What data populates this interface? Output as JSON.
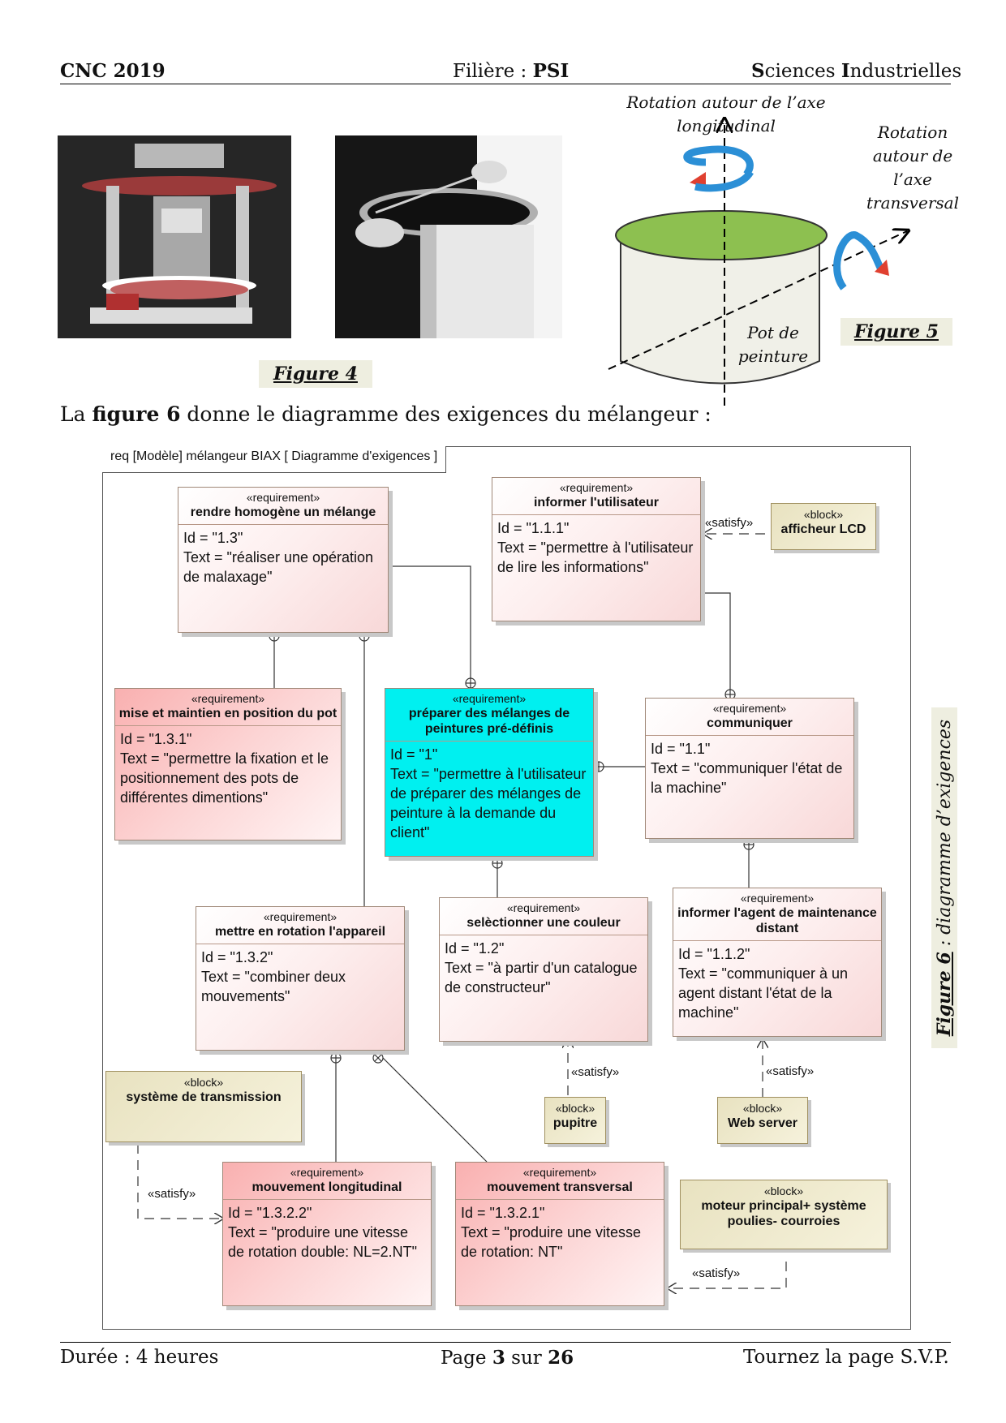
{
  "header": {
    "left": "CNC 2019",
    "center_prefix": "Filière : ",
    "center_bold": "PSI",
    "right_S": "S",
    "right_1": "ciences ",
    "right_I": "I",
    "right_2": "ndustrielles"
  },
  "figure4": {
    "label": "Figure 4"
  },
  "figure5": {
    "label": "Figure 5",
    "rot_long": "Rotation autour de l’axe longitudinal",
    "rot_trans": "Rotation autour de l’axe transversal",
    "pot": "Pot de peinture"
  },
  "intro": {
    "prefix": "La ",
    "bold": "figure 6",
    "suffix": " donne le diagramme des exigences du mélangeur :"
  },
  "diagram": {
    "frame_title": "req [Modèle] mélangeur BIAX [ Diagramme d'exigences ]",
    "stereo_req": "«requirement»",
    "stereo_block": "«block»",
    "satisfy": "«satisfy»",
    "requirements": {
      "r13": {
        "name": "rendre homogène un mélange",
        "id": "Id = \"1.3\"",
        "text": "Text = \"réaliser une opération de malaxage\""
      },
      "r111": {
        "name": "informer l'utilisateur",
        "id": "Id = \"1.1.1\"",
        "text": "Text = \"permettre à l'utilisateur de lire les informations\""
      },
      "r131": {
        "name": "mise et maintien en position du pot",
        "id": "Id = \"1.3.1\"",
        "text": "Text = \"permettre la fixation et le positionnement des pots de différentes dimentions\""
      },
      "r1": {
        "name": "préparer des mélanges de peintures pré-définis",
        "id": "Id = \"1\"",
        "text": "Text = \"permettre à l'utilisateur de préparer des mélanges de peinture à la demande du client\""
      },
      "r11": {
        "name": "communiquer",
        "id": "Id = \"1.1\"",
        "text": "Text = \"communiquer l'état de la machine\""
      },
      "r132": {
        "name": "mettre en rotation l'appareil",
        "id": "Id = \"1.3.2\"",
        "text": "Text = \"combiner deux mouvements\""
      },
      "r12": {
        "name": "selèctionner une couleur",
        "id": "Id = \"1.2\"",
        "text": "Text = \"à partir d'un catalogue de constructeur\""
      },
      "r112": {
        "name": "informer l'agent de maintenance distant",
        "id": "Id = \"1.1.2\"",
        "text": "Text = \"communiquer à un agent distant l'état de la machine\""
      },
      "r1322": {
        "name": "mouvement longitudinal",
        "id": "Id = \"1.3.2.2\"",
        "text": "Text = \"produire une vitesse de rotation double: NL=2.NT\""
      },
      "r1321": {
        "name": "mouvement transversal",
        "id": "Id = \"1.3.2.1\"",
        "text": "Text = \"produire une vitesse de rotation: NT\""
      }
    },
    "blocks": {
      "lcd": "afficheur LCD",
      "trans": "système de transmission",
      "pupitre": "pupitre",
      "web": "Web server",
      "moteur": "moteur principal+ système poulies- courroies"
    }
  },
  "figure6": {
    "label": "Figure 6",
    "suffix": " : diagramme d’exigences"
  },
  "footer": {
    "left": "Durée : 4 heures",
    "page_prefix": "Page ",
    "page": "3",
    "page_mid": " sur ",
    "total": "26",
    "right": "Tournez la page S.V.P."
  },
  "colors": {
    "cyan": "#00f0f0",
    "pot_green": "#8dc050",
    "arrow_blue": "#2b8fd6",
    "arrow_red": "#e04030"
  }
}
